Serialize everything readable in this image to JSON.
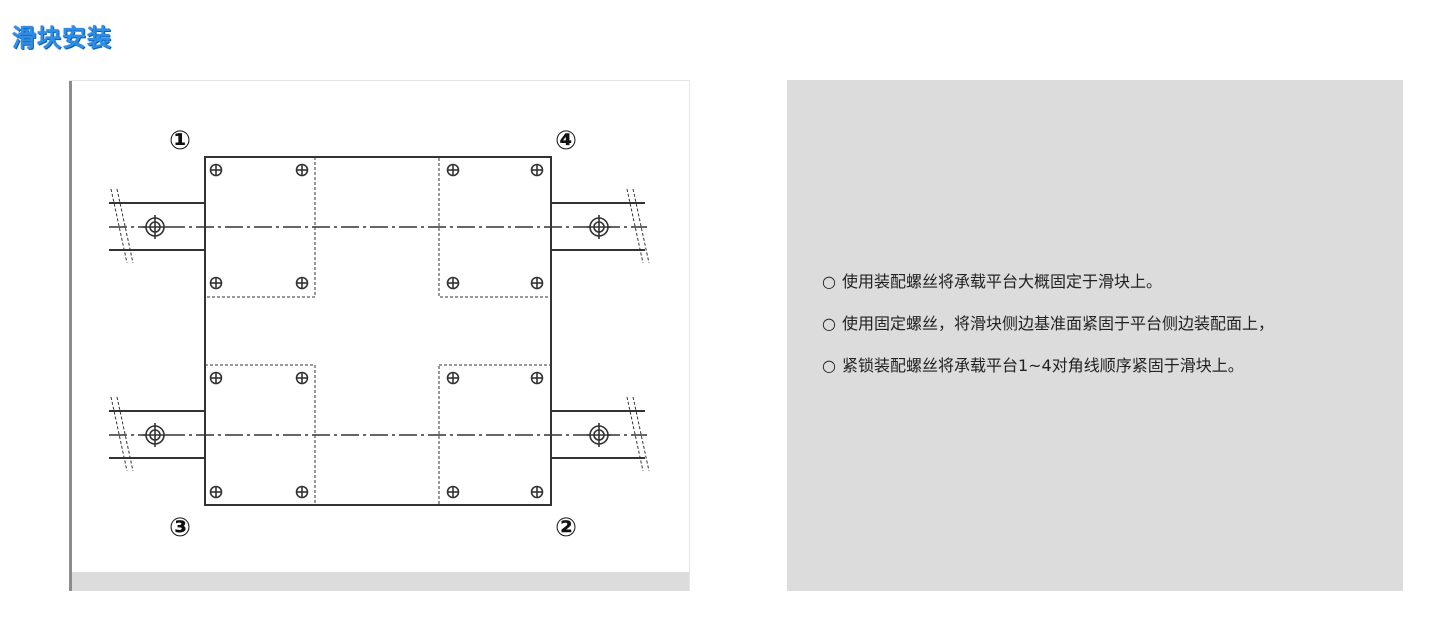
{
  "title": "滑块安装",
  "diagram": {
    "corner_labels": {
      "top_left": "①",
      "top_right": "④",
      "bottom_left": "③",
      "bottom_right": "②"
    }
  },
  "steps": [
    {
      "bullet": "○",
      "text": "使用装配螺丝将承载平台大概固定于滑块上。"
    },
    {
      "bullet": "○",
      "text": "使用固定螺丝，将滑块侧边基准面紧固于平台侧边装配面上，"
    },
    {
      "bullet": "○",
      "text": "紧锁装配螺丝将承载平台1~4对角线顺序紧固于滑块上。"
    }
  ],
  "colors": {
    "title": "#2e8ee6",
    "panel_background": "#dcdcdc",
    "line": "#333333"
  }
}
